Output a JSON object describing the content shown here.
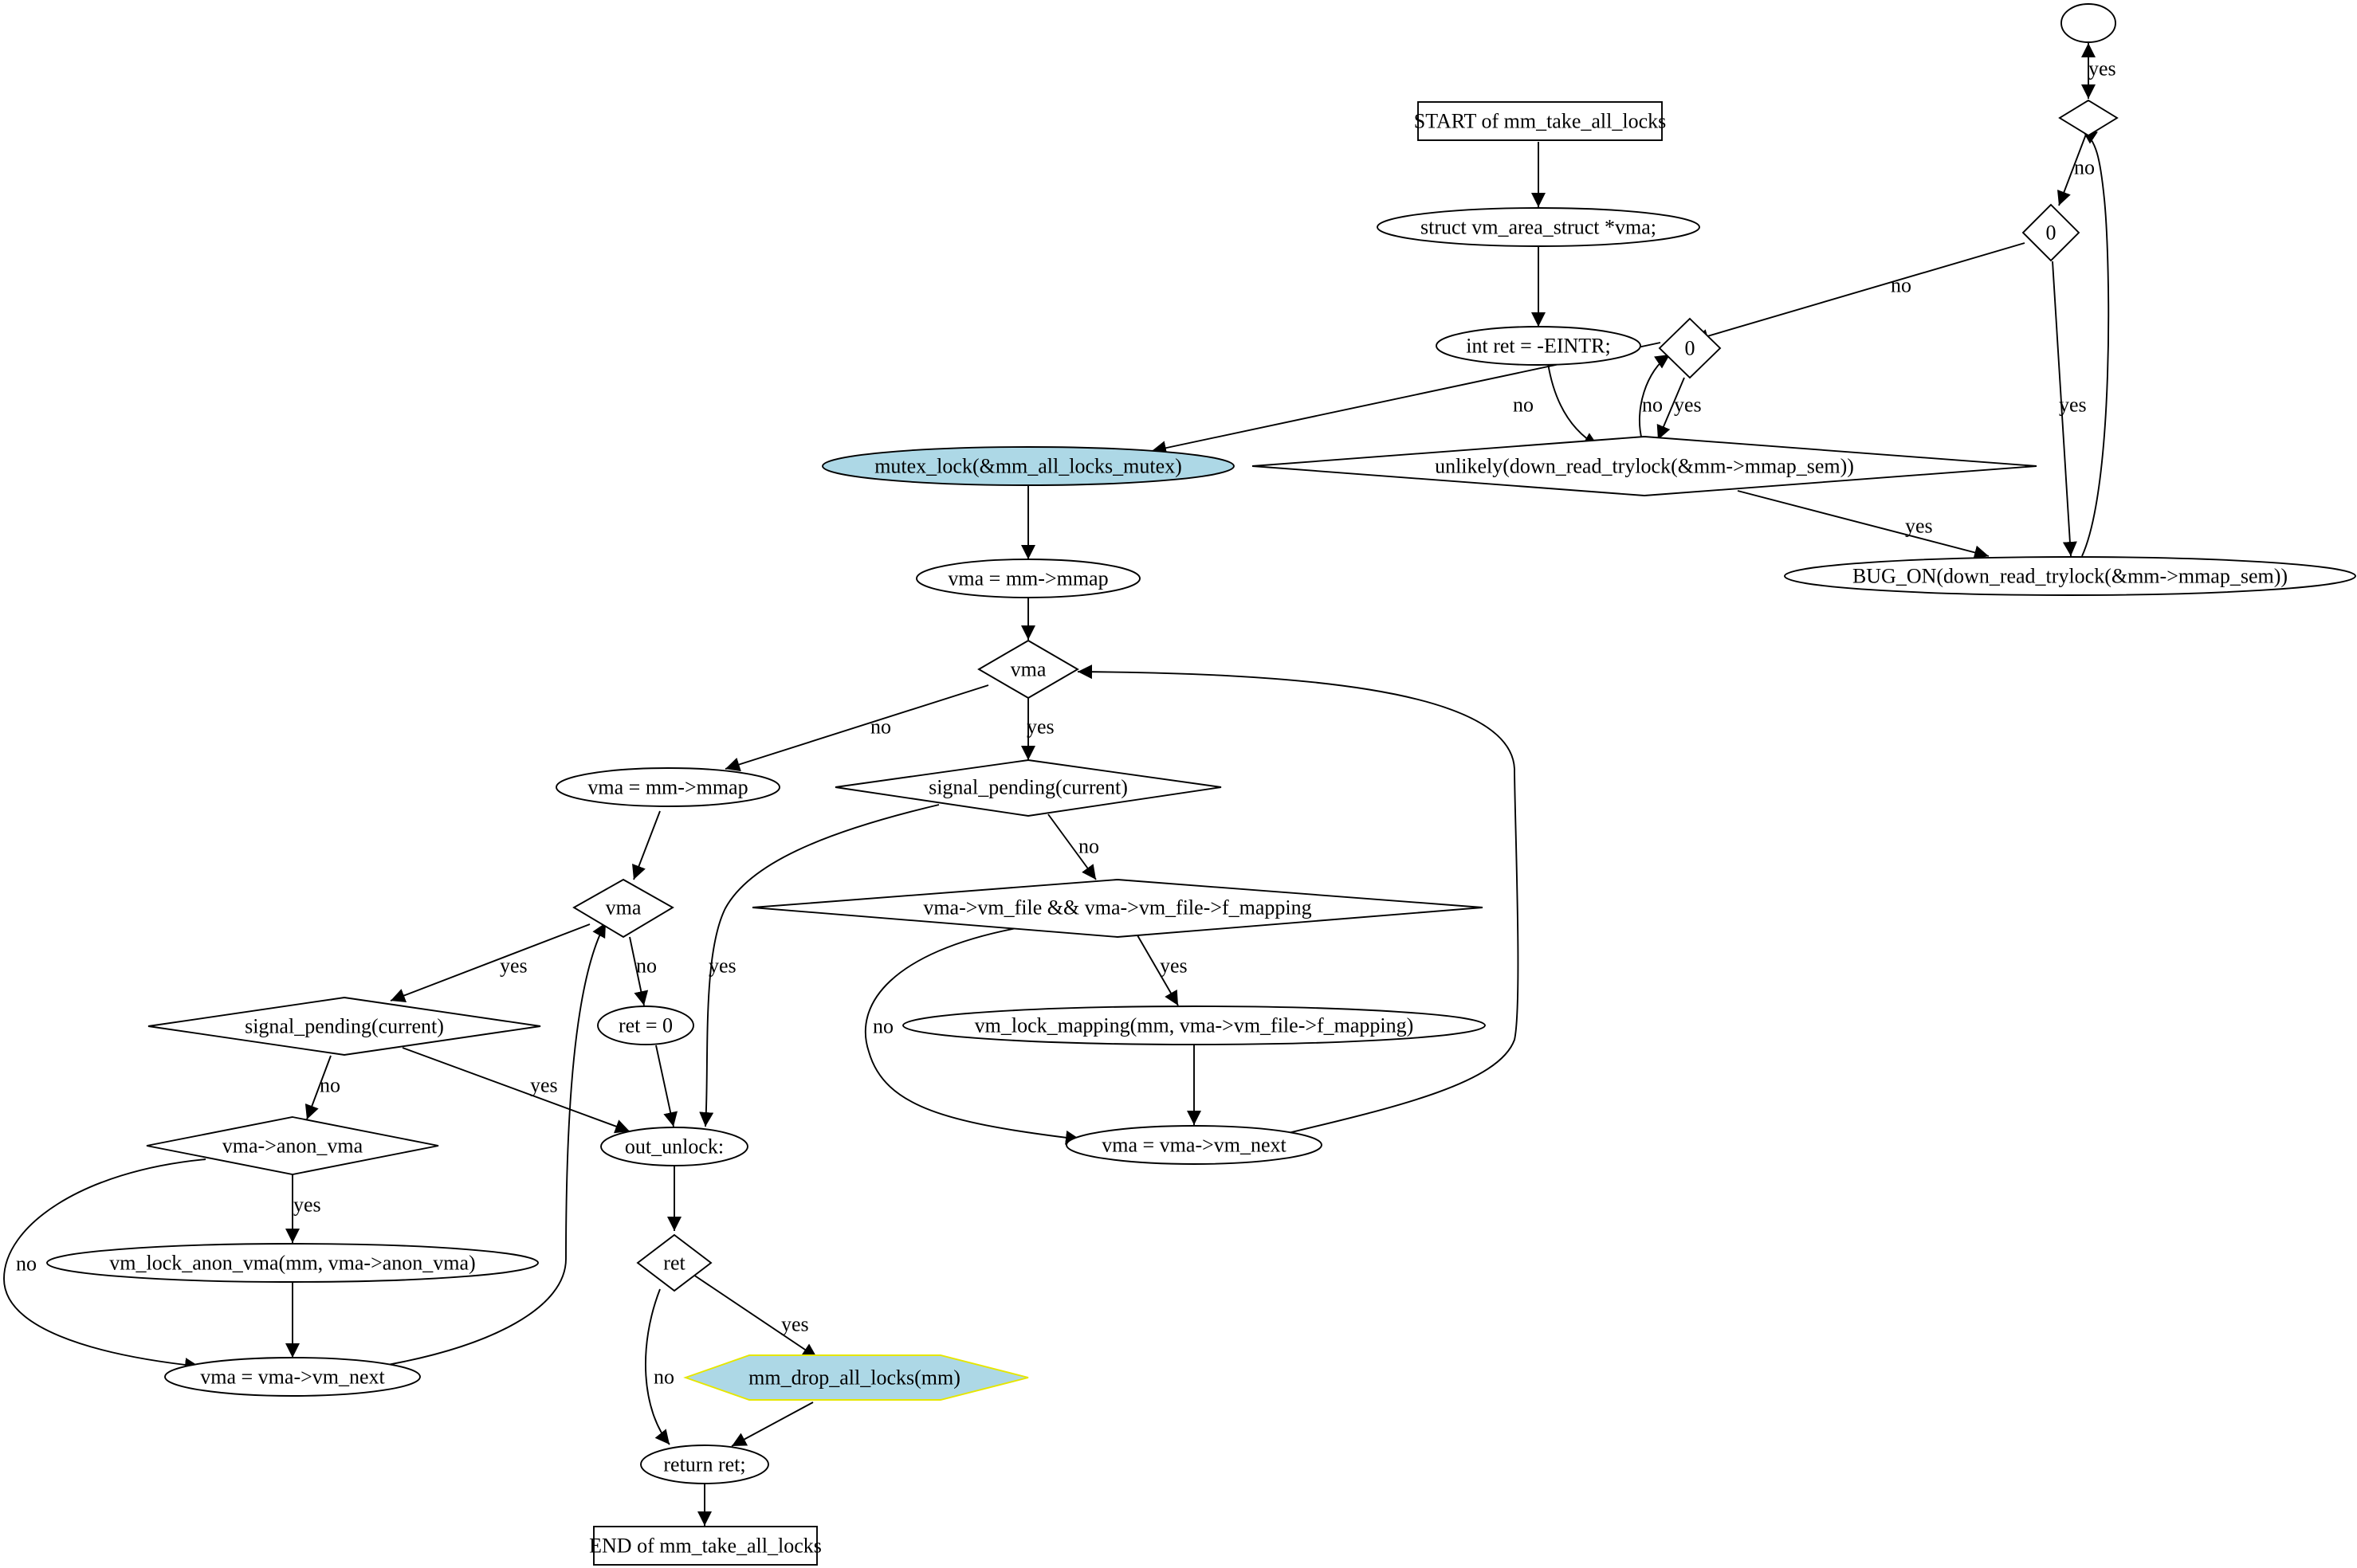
{
  "colors": {
    "highlight_fill": "#add8e6",
    "hexagon_border": "#e6e600",
    "stroke": "#000000",
    "background": "#ffffff"
  },
  "nodes": {
    "start": "START of mm_take_all_locks",
    "decl_vma": "struct vm_area_struct *vma;",
    "int_ret": "int ret = -EINTR;",
    "mutex_lock": "mutex_lock(&mm_all_locks_mutex)",
    "vma_mmap_1": "vma = mm->mmap",
    "vma_cond_1": "vma",
    "signal_pending_1": "signal_pending(current)",
    "vm_file_cond": "vma->vm_file && vma->vm_file->f_mapping",
    "vm_lock_mapping": "vm_lock_mapping(mm, vma->vm_file->f_mapping)",
    "vma_next_1": "vma = vma->vm_next",
    "vma_mmap_2": "vma = mm->mmap",
    "vma_cond_2": "vma",
    "signal_pending_2": "signal_pending(current)",
    "anon_vma_cond": "vma->anon_vma",
    "vm_lock_anon": "vm_lock_anon_vma(mm, vma->anon_vma)",
    "vma_next_2": "vma = vma->vm_next",
    "ret_zero": "ret = 0",
    "out_unlock": "out_unlock:",
    "ret_cond": "ret",
    "mm_drop": "mm_drop_all_locks(mm)",
    "return_ret": "return ret;",
    "end": "END of mm_take_all_locks",
    "empty_top": "",
    "empty_diamond": "",
    "zero_a": "0",
    "zero_b": "0",
    "unlikely_trylock": "unlikely(down_read_trylock(&mm->mmap_sem))",
    "bug_on": "BUG_ON(down_read_trylock(&mm->mmap_sem))"
  },
  "edge_labels": {
    "yes": "yes",
    "no": "no"
  }
}
